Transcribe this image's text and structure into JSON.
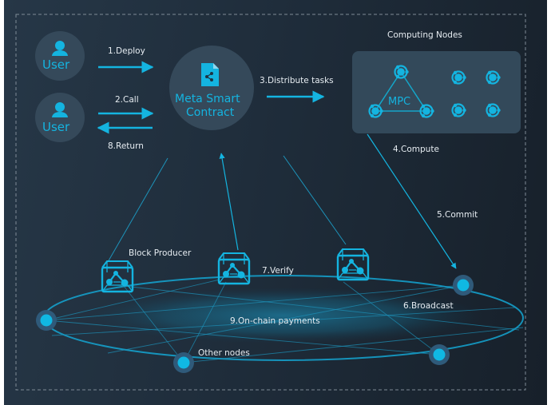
{
  "diagram": {
    "users": [
      {
        "label": "User",
        "icon": "user-icon"
      },
      {
        "label": "User",
        "icon": "user-icon"
      }
    ],
    "contract": {
      "label_line1": "Meta Smart",
      "label_line2": "Contract",
      "icon": "document-share-icon"
    },
    "computing": {
      "title": "Computing Nodes",
      "mpc_label": "MPC",
      "node_icon": "compute-node-icon",
      "node_count": 7
    },
    "steps": {
      "deploy": "1.Deploy",
      "call": "2.Call",
      "distribute": "3.Distribute tasks",
      "compute": "4.Compute",
      "commit": "5.Commit",
      "broadcast": "6.Broadcast",
      "verify": "7.Verify",
      "return": "8.Return",
      "payments": "9.On-chain payments"
    },
    "block_producer_label": "Block Producer",
    "other_nodes_label": "Other nodes",
    "colors": {
      "accent": "#14b4e0",
      "node_ring": "#2f5a7a",
      "panel": "#33495a",
      "text": "#e6ecf1"
    }
  }
}
